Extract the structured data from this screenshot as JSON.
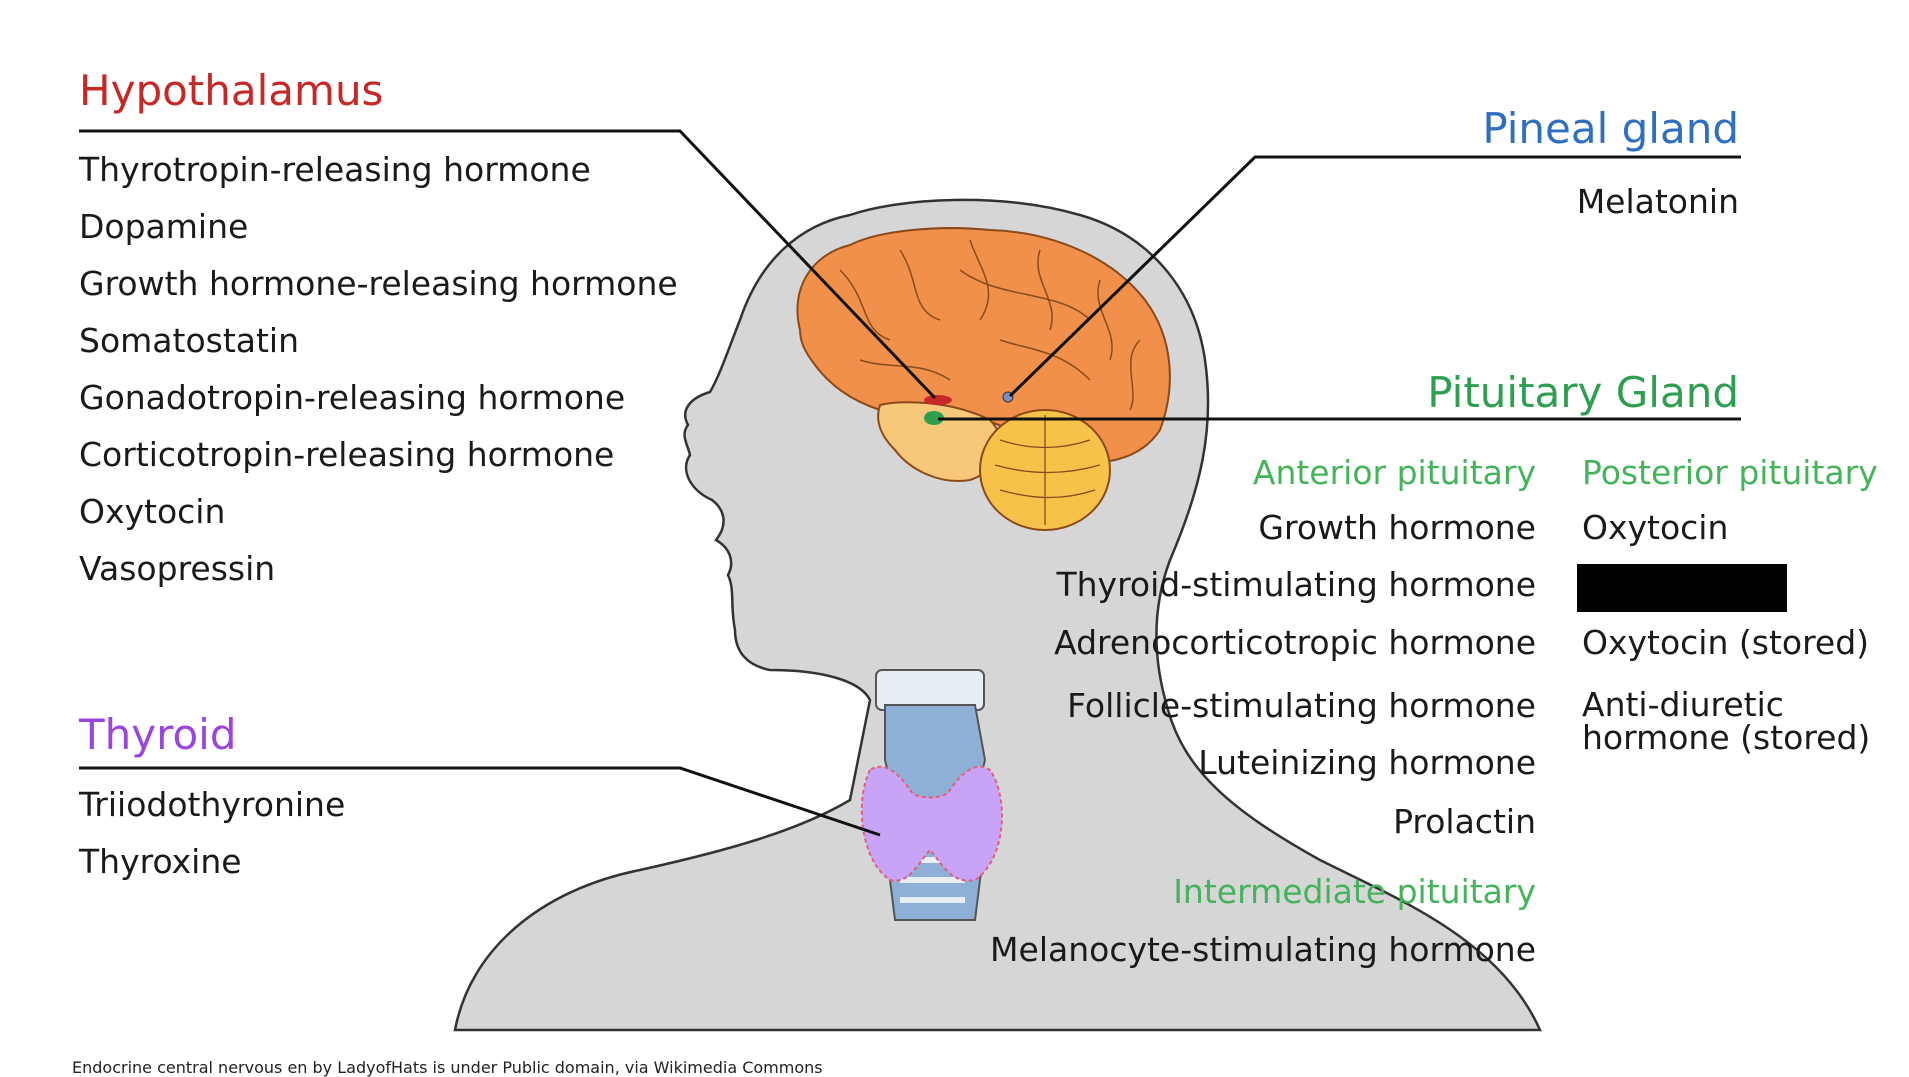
{
  "colors": {
    "hypothalamus": "#c62828",
    "pineal": "#2f6fbf",
    "pituitary": "#2e9e4f",
    "pituitary_sub": "#45b35a",
    "thyroid": "#9b45e0",
    "text": "#1a1a1a",
    "head_fill": "#d6d6d6",
    "brain": "#f0904a",
    "cerebellum": "#f7c24a",
    "thyroid_gland": "#c9a3f5",
    "trachea": "#8fb0d6",
    "redaction": "#000000"
  },
  "hypothalamus": {
    "title": "Hypothalamus",
    "items": [
      "Thyrotropin-releasing hormone",
      "Dopamine",
      "Growth hormone-releasing hormone",
      "Somatostatin",
      "Gonadotropin-releasing hormone",
      "Corticotropin-releasing hormone",
      "Oxytocin",
      "Vasopressin"
    ]
  },
  "thyroid": {
    "title": "Thyroid",
    "items": [
      "Triiodothyronine",
      "Thyroxine"
    ]
  },
  "pineal": {
    "title": "Pineal gland",
    "items": [
      "Melatonin"
    ]
  },
  "pituitary": {
    "title": "Pituitary Gland",
    "anterior": {
      "title": "Anterior pituitary",
      "items": [
        "Growth hormone",
        "Thyroid-stimulating hormone",
        "Adrenocorticotropic hormone",
        "Follicle-stimulating hormone",
        "Luteinizing hormone",
        "Prolactin"
      ]
    },
    "posterior": {
      "title": "Posterior pituitary",
      "items": [
        "Oxytocin",
        "",
        "Oxytocin (stored)",
        "Anti-diuretic hormone (stored)"
      ]
    },
    "intermediate": {
      "title": "Intermediate pituitary",
      "items": [
        "Melanocyte-stimulating hormone"
      ]
    }
  },
  "caption": "Endocrine central nervous en by LadyofHats is under Public domain, via Wikimedia Commons"
}
